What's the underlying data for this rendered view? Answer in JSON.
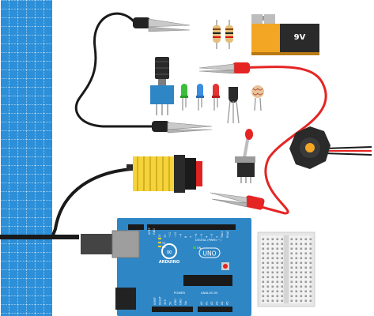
{
  "battery": {
    "label": "9V"
  },
  "arduino": {
    "brand": "ARDUINO",
    "model": "UNO",
    "pin_label_aref": "AREF",
    "pin_label_gnd_top": "GND",
    "pin_header_top": [
      "13",
      "12",
      "~11",
      "~10",
      "~9",
      "8",
      "7",
      "~6",
      "~5",
      "4",
      "~3",
      "2",
      "TX▸1",
      "RX◂0"
    ],
    "digital_label": "DIGITAL (PWM=~)",
    "led_tx": "TX",
    "led_rx": "RX",
    "led_on": "ON",
    "power_label": "POWER",
    "analog_label": "ANALOG IN",
    "power_pins": [
      "IOREF",
      "RESET",
      "3V3",
      "5V",
      "GND",
      "GND",
      "Vin"
    ],
    "analog_pins": [
      "A0",
      "A1",
      "A2",
      "A3",
      "A4",
      "A5"
    ]
  },
  "colors": {
    "grid_blue": "#2d8fd8",
    "arduino_blue": "#2f86c5",
    "wire_red": "#e52424",
    "wire_black": "#1a1a1a",
    "battery_orange": "#f3a623",
    "button_yellow": "#f5d33a"
  }
}
